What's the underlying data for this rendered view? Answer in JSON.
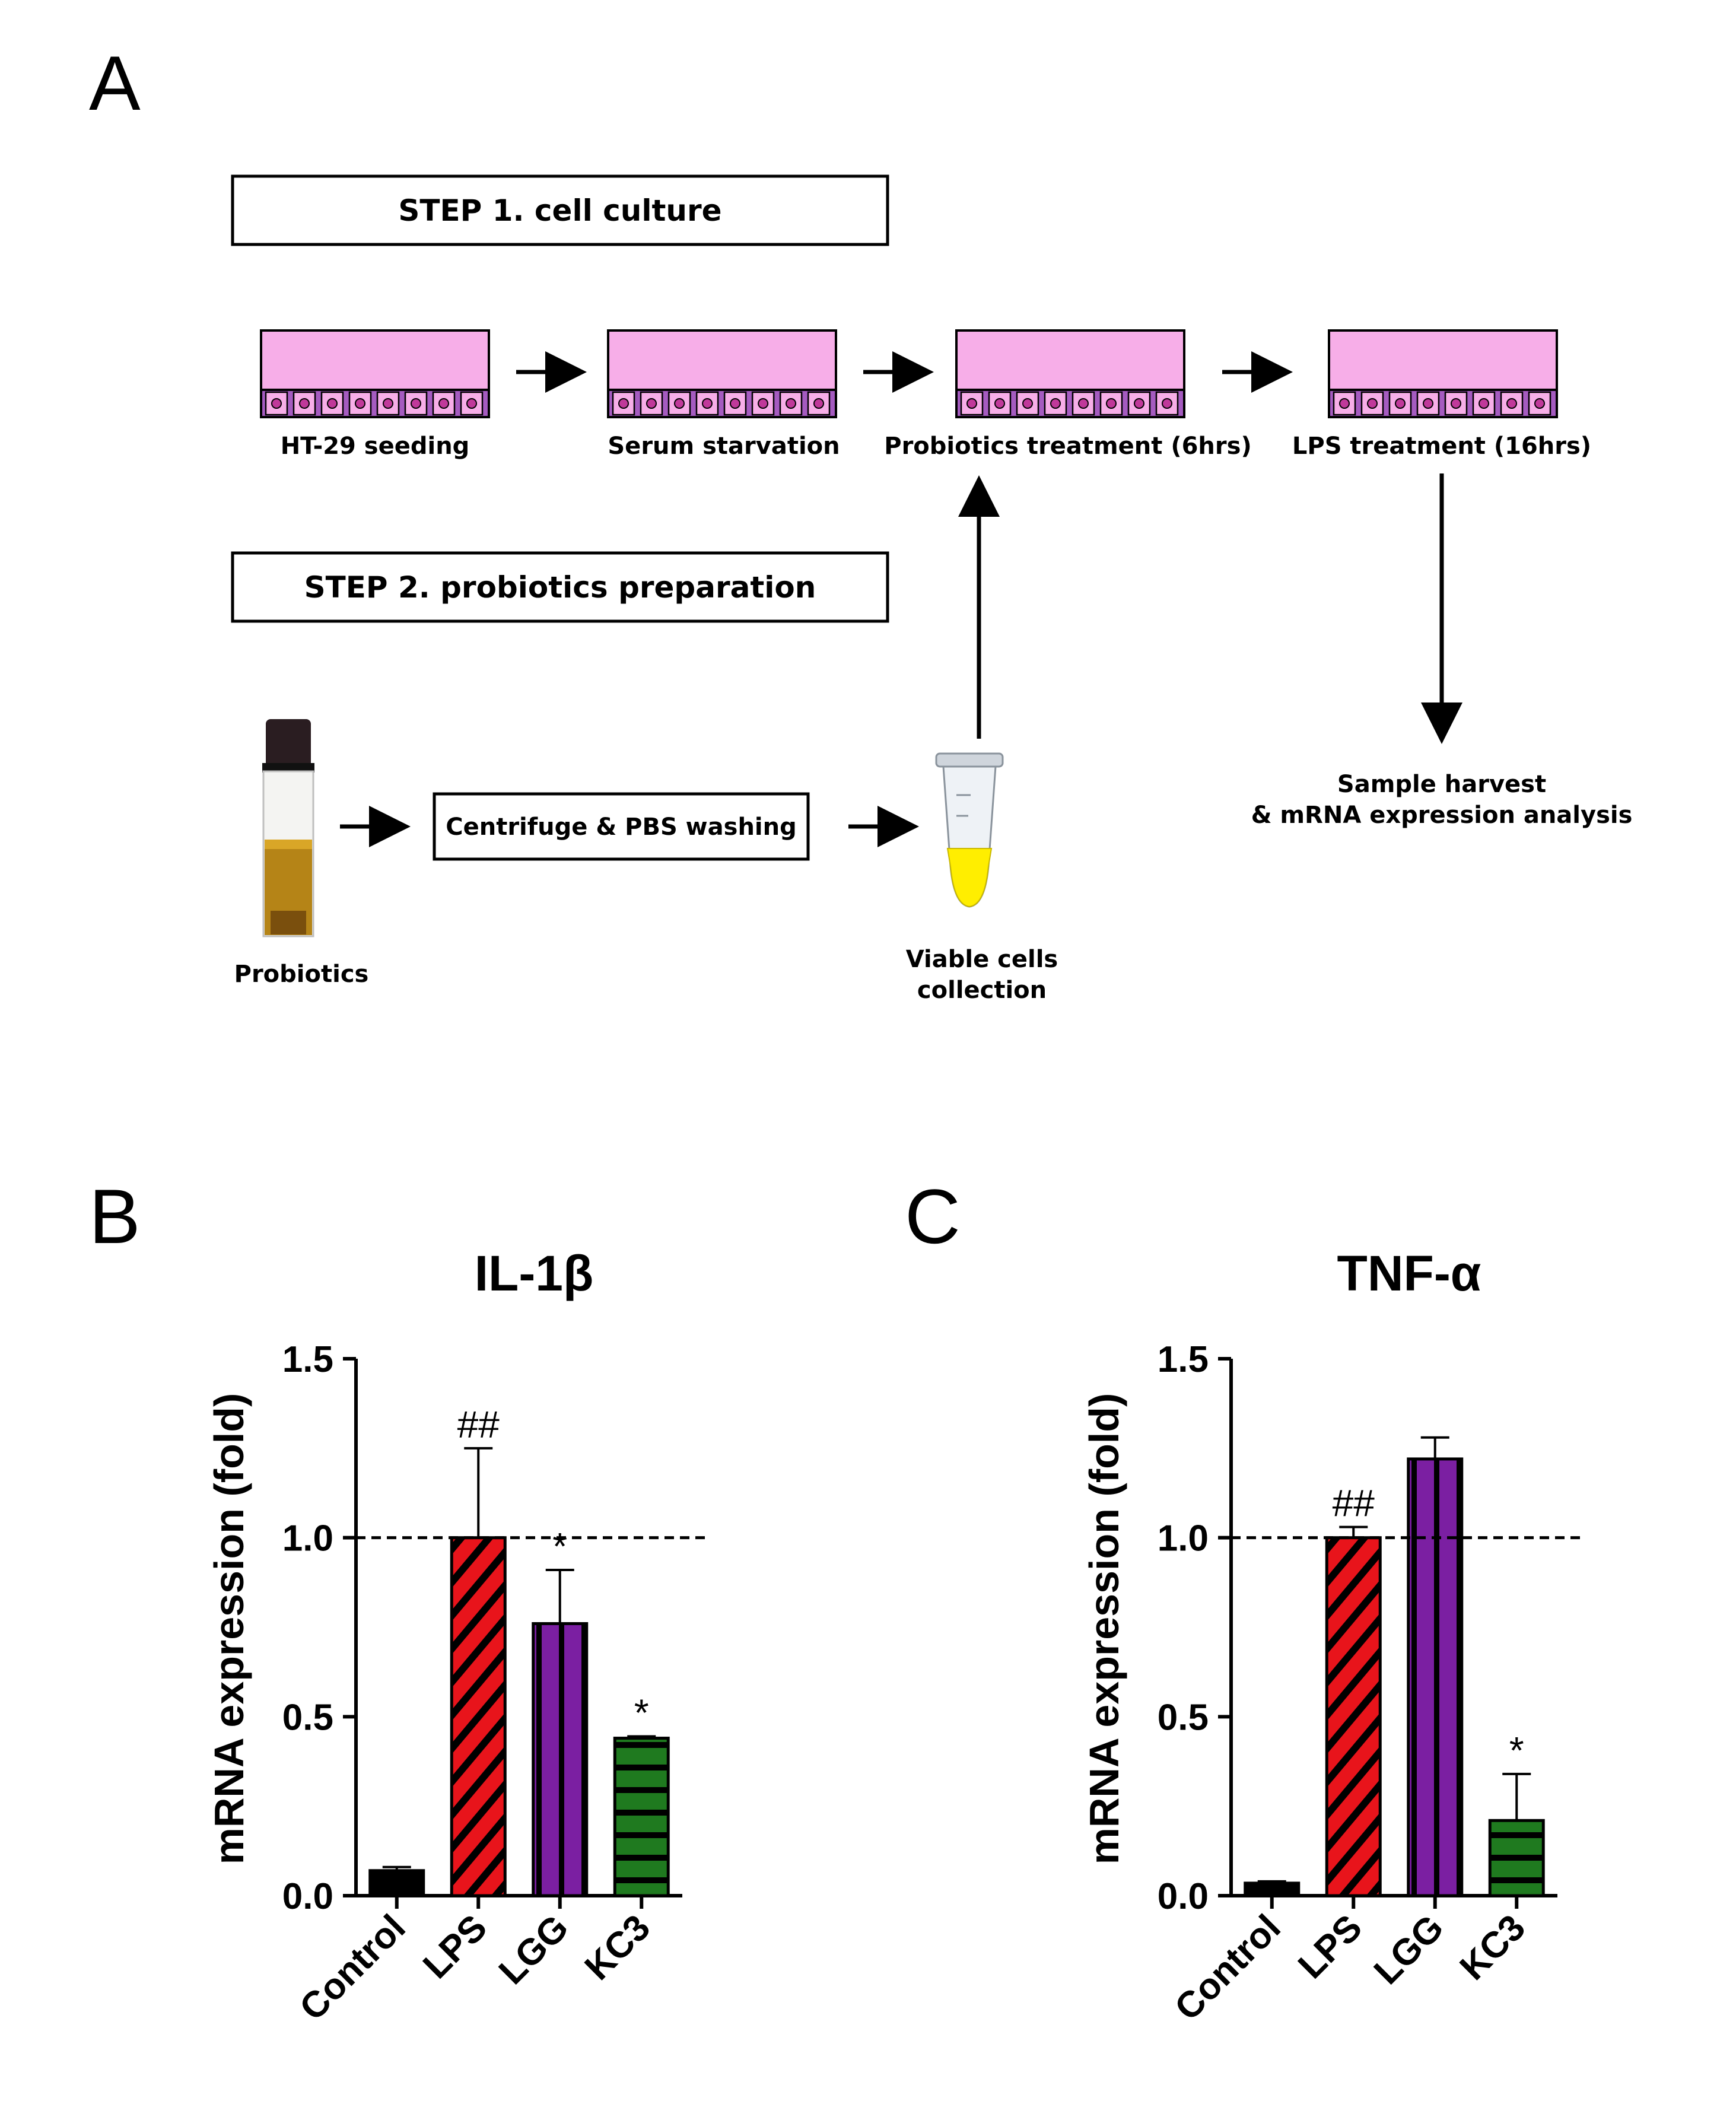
{
  "panels": {
    "a": "A",
    "b": "B",
    "c": "C"
  },
  "workflow": {
    "step1": "STEP 1. cell culture",
    "step2": "STEP 2. probiotics preparation",
    "stages": [
      "HT-29 seeding",
      "Serum starvation",
      "Probiotics treatment (6hrs)",
      "LPS treatment (16hrs)"
    ],
    "centrifuge": "Centrifuge & PBS washing",
    "probiotics": "Probiotics",
    "viable": [
      "Viable cells",
      "collection"
    ],
    "harvest": [
      "Sample harvest",
      "& mRNA expression analysis"
    ]
  },
  "colors": {
    "cell_layer": "#f7aee8",
    "cell_base": "#a55bc0",
    "control": "#000000",
    "lps": "#e8141b",
    "lgg": "#7b1fa2",
    "kc3": "#1f7a1f"
  },
  "chart_data": [
    {
      "type": "bar",
      "title": "IL-1β",
      "ylabel": "mRNA expression (fold)",
      "categories": [
        "Control",
        "LPS",
        "LGG",
        "KC3"
      ],
      "values": [
        0.07,
        1.0,
        0.76,
        0.44
      ],
      "errors": [
        0.01,
        0.25,
        0.15,
        0.005
      ],
      "significance": [
        "",
        "##",
        "*",
        "*"
      ],
      "ylim": [
        0,
        1.5
      ],
      "yticks": [
        "0.0",
        "0.5",
        "1.0",
        "1.5"
      ],
      "reference_line": 1.0
    },
    {
      "type": "bar",
      "title": "TNF-α",
      "ylabel": "mRNA expression (fold)",
      "categories": [
        "Control",
        "LPS",
        "LGG",
        "KC3"
      ],
      "values": [
        0.035,
        1.0,
        1.22,
        0.21
      ],
      "errors": [
        0.005,
        0.03,
        0.06,
        0.13
      ],
      "significance": [
        "",
        "##",
        "",
        "*"
      ],
      "ylim": [
        0,
        1.5
      ],
      "yticks": [
        "0.0",
        "0.5",
        "1.0",
        "1.5"
      ],
      "reference_line": 1.0
    }
  ]
}
